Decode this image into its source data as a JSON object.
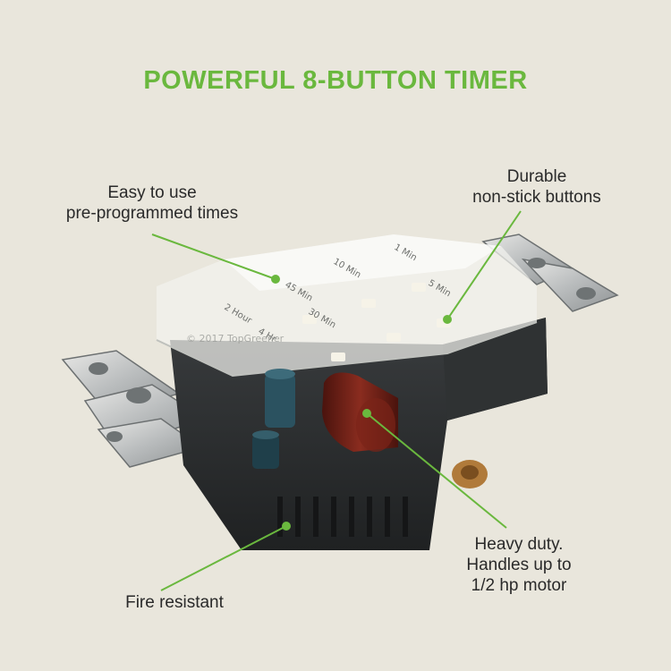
{
  "title": "POWERFUL 8-BUTTON TIMER",
  "callouts": {
    "easy": {
      "line1": "Easy to use",
      "line2": "pre-programmed times"
    },
    "durable": {
      "line1": "Durable",
      "line2": "non-stick buttons"
    },
    "heavy": {
      "line1": "Heavy duty.",
      "line2": "Handles up to",
      "line3": "1/2 hp motor"
    },
    "fire": {
      "line1": "Fire resistant"
    }
  },
  "button_labels": [
    "2 Hour",
    "4 Hr",
    "45 Min",
    "30 Min",
    "10 Min",
    "5 Min",
    "1 Min"
  ],
  "watermark": "© 2017 TopGreener",
  "colors": {
    "accent": "#6ab83e",
    "background": "#e9e6dc",
    "body": "#2b2d2e",
    "capacitor": "#6b1f16"
  }
}
